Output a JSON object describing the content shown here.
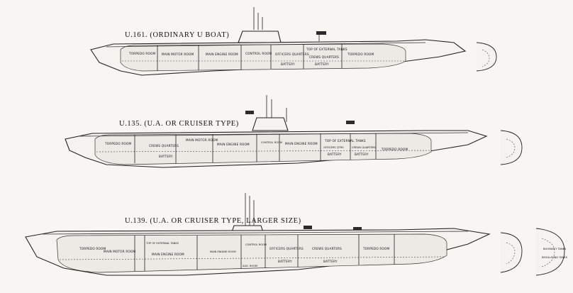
{
  "boats": [
    {
      "title": "U.161. (ORDINARY U BOAT)",
      "labels": {
        "torpedo_room_fwd": "TORPEDO ROOM",
        "main_motor_room": "MAIN MOTOR ROOM",
        "main_engine_room": "MAIN ENGINE ROOM",
        "control_room": "CONTROL ROOM",
        "officers_quarters": "OFFICERS QUARTERS",
        "top_of_external_tanks": "TOP OF EXTERNAL TANKS",
        "crews_quarters": "CREWS QUARTERS",
        "torpedo_room_aft": "TORPEDO ROOM",
        "battery_1": "BATTERY",
        "battery_2": "BATTERY"
      }
    },
    {
      "title": "U.135. (U.A. OR CRUISER TYPE)",
      "labels": {
        "torpedo_room_fwd": "TORPEDO ROOM",
        "crews_quarters_1": "CREWS QUARTERS",
        "battery_1": "BATTERY",
        "main_motor_room": "MAIN MOTOR ROOM",
        "main_engine_room_1": "MAIN ENGINE ROOM",
        "control_room": "CONTROL ROOM",
        "main_engine_room_2": "MAIN ENGINE ROOM",
        "top_of_external_tanks": "TOP OF EXTERNAL TANKS",
        "officers_qtrs": "OFFICERS QTRS",
        "crews_quarters_2": "CREWS QUARTERS",
        "battery_2": "BATTERY",
        "battery_3": "BATTERY",
        "torpedo_room_aft": "TORPEDO ROOM"
      }
    },
    {
      "title": "U.139. (U.A. OR CRUISER TYPE, LARGER SIZE)",
      "labels": {
        "torpedo_room_fwd": "TORPEDO ROOM",
        "main_motor_room": "MAIN MOTOR ROOM",
        "top_of_external_tanks": "TOP OF EXTERNAL TANKS",
        "main_engine_room_1": "MAIN ENGINE ROOM",
        "main_engine_room_2": "MAIN ENGINE ROOM",
        "control_room": "CONTROL ROOM",
        "officers_quarters": "OFFICERS QUARTERS",
        "crews_quarters": "CREWS QUARTERS",
        "torpedo_room_aft": "TORPEDO ROOM",
        "battery_1": "BATTERY",
        "battery_2": "BATTERY",
        "aux_room": "AUX. ROOM",
        "buoyancy_tanks": "BUOYANCY TANKS",
        "regulating_tanks": "REGULATING TANKS"
      }
    }
  ]
}
